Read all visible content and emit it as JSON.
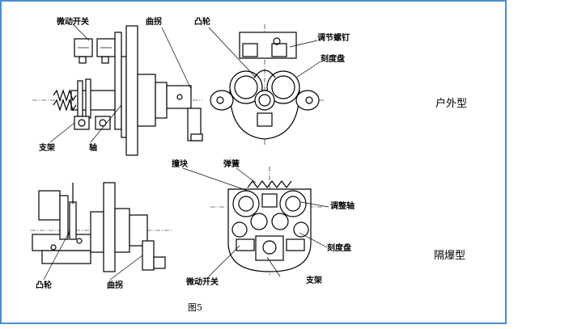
{
  "labels": {
    "micro_switch_top": "微动开关",
    "crank_top": "曲拐",
    "cam_top": "凸轮",
    "adjust_screw": "调节螺钉",
    "dial_top": "刻度盘",
    "bracket_top": "支架",
    "shaft_top": "轴",
    "striker": "撞块",
    "spring": "弹簧",
    "adjust_shaft": "调整轴",
    "dial_bottom": "刻度盘",
    "cam_bottom": "凸轮",
    "crank_bottom": "曲拐",
    "micro_switch_bottom": "微动开关",
    "bracket_bottom": "支架"
  },
  "caption": "图5",
  "types": {
    "outdoor": "户外型",
    "explosion_proof": "隔爆型"
  }
}
